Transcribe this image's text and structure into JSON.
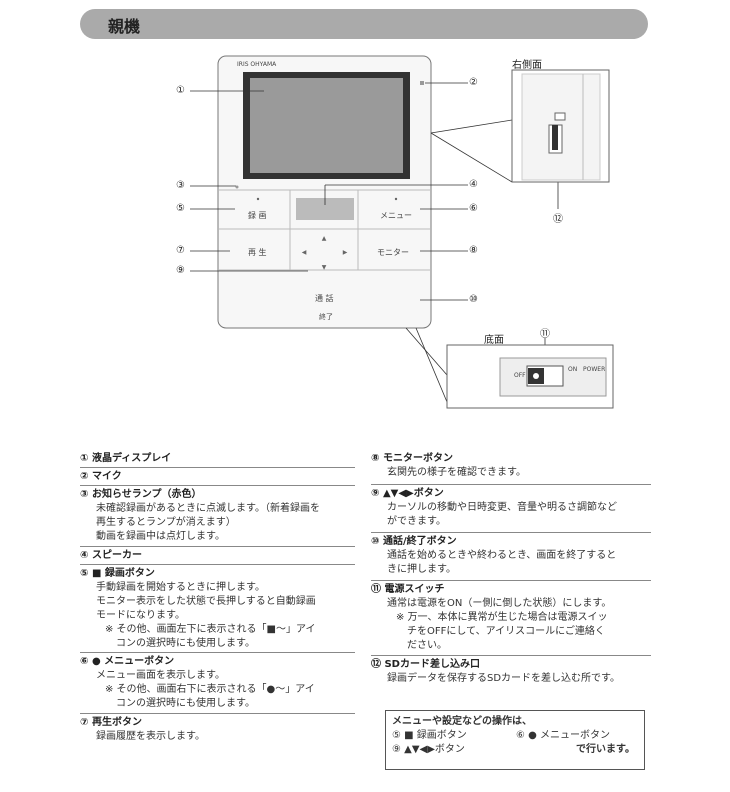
{
  "section_title": "親機",
  "brand": "IRIS OHYAMA",
  "device": {
    "rec_label": "録 画",
    "menu_label": "メニュー",
    "play_label": "再 生",
    "monitor_label": "モニター",
    "call_label": "通 話",
    "end_label": "終了"
  },
  "callout_numbers": [
    "①",
    "②",
    "③",
    "④",
    "⑤",
    "⑥",
    "⑦",
    "⑧",
    "⑨",
    "⑩",
    "⑪",
    "⑫"
  ],
  "right_side": {
    "title": "右側面"
  },
  "bottom": {
    "title": "底面",
    "on": "ON",
    "off": "OFF",
    "power": "POWER"
  },
  "items_left": [
    {
      "num": "①",
      "title": "液晶ディスプレイ",
      "lines": []
    },
    {
      "num": "②",
      "title": "マイク",
      "lines": []
    },
    {
      "num": "③",
      "title": "お知らせランプ（赤色）",
      "lines": [
        "未確認録画があるときに点滅します。（新着録画を",
        "再生するとランプが消えます）",
        "動画を録画中は点灯します。"
      ]
    },
    {
      "num": "④",
      "title": "スピーカー",
      "lines": []
    },
    {
      "num": "⑤",
      "title": "■ 録画ボタン",
      "lines": [
        "手動録画を開始するときに押します。",
        "モニター表示をした状態で長押しすると自動録画",
        "モードになります。"
      ],
      "notes": [
        "※ その他、画面左下に表示される「■〜」アイ",
        "コンの選択時にも使用します。"
      ]
    },
    {
      "num": "⑥",
      "title": "● メニューボタン",
      "lines": [
        "メニュー画面を表示します。"
      ],
      "notes": [
        "※ その他、画面右下に表示される「●〜」アイ",
        "コンの選択時にも使用します。"
      ]
    },
    {
      "num": "⑦",
      "title": "再生ボタン",
      "lines": [
        "録画履歴を表示します。"
      ]
    }
  ],
  "items_right": [
    {
      "num": "⑧",
      "title": "モニターボタン",
      "lines": [
        "玄関先の様子を確認できます。"
      ]
    },
    {
      "num": "⑨",
      "title": "▲▼◀▶ボタン",
      "lines": [
        "カーソルの移動や日時変更、音量や明るさ調節など",
        "ができます。"
      ]
    },
    {
      "num": "⑩",
      "title": "通話/終了ボタン",
      "lines": [
        "通話を始めるときや終わるとき、画面を終了すると",
        "きに押します。"
      ]
    },
    {
      "num": "⑪",
      "title": "電源スイッチ",
      "lines": [
        "通常は電源をON（ー側に倒した状態）にします。"
      ],
      "notes": [
        "※ 万一、本体に異常が生じた場合は電源スイッ",
        "チをOFFにして、アイリスコールにご連絡く",
        "ださい。"
      ]
    },
    {
      "num": "⑫",
      "title": "SDカード差し込み口",
      "lines": [
        "録画データを保存するSDカードを差し込む所です。"
      ]
    }
  ],
  "box": {
    "line1": "メニューや設定などの操作は、",
    "a": "⑤ ■ 録画ボタン",
    "b": "⑥ ● メニューボタン",
    "c": "⑨ ▲▼◀▶ボタン",
    "d": "で行います。"
  }
}
